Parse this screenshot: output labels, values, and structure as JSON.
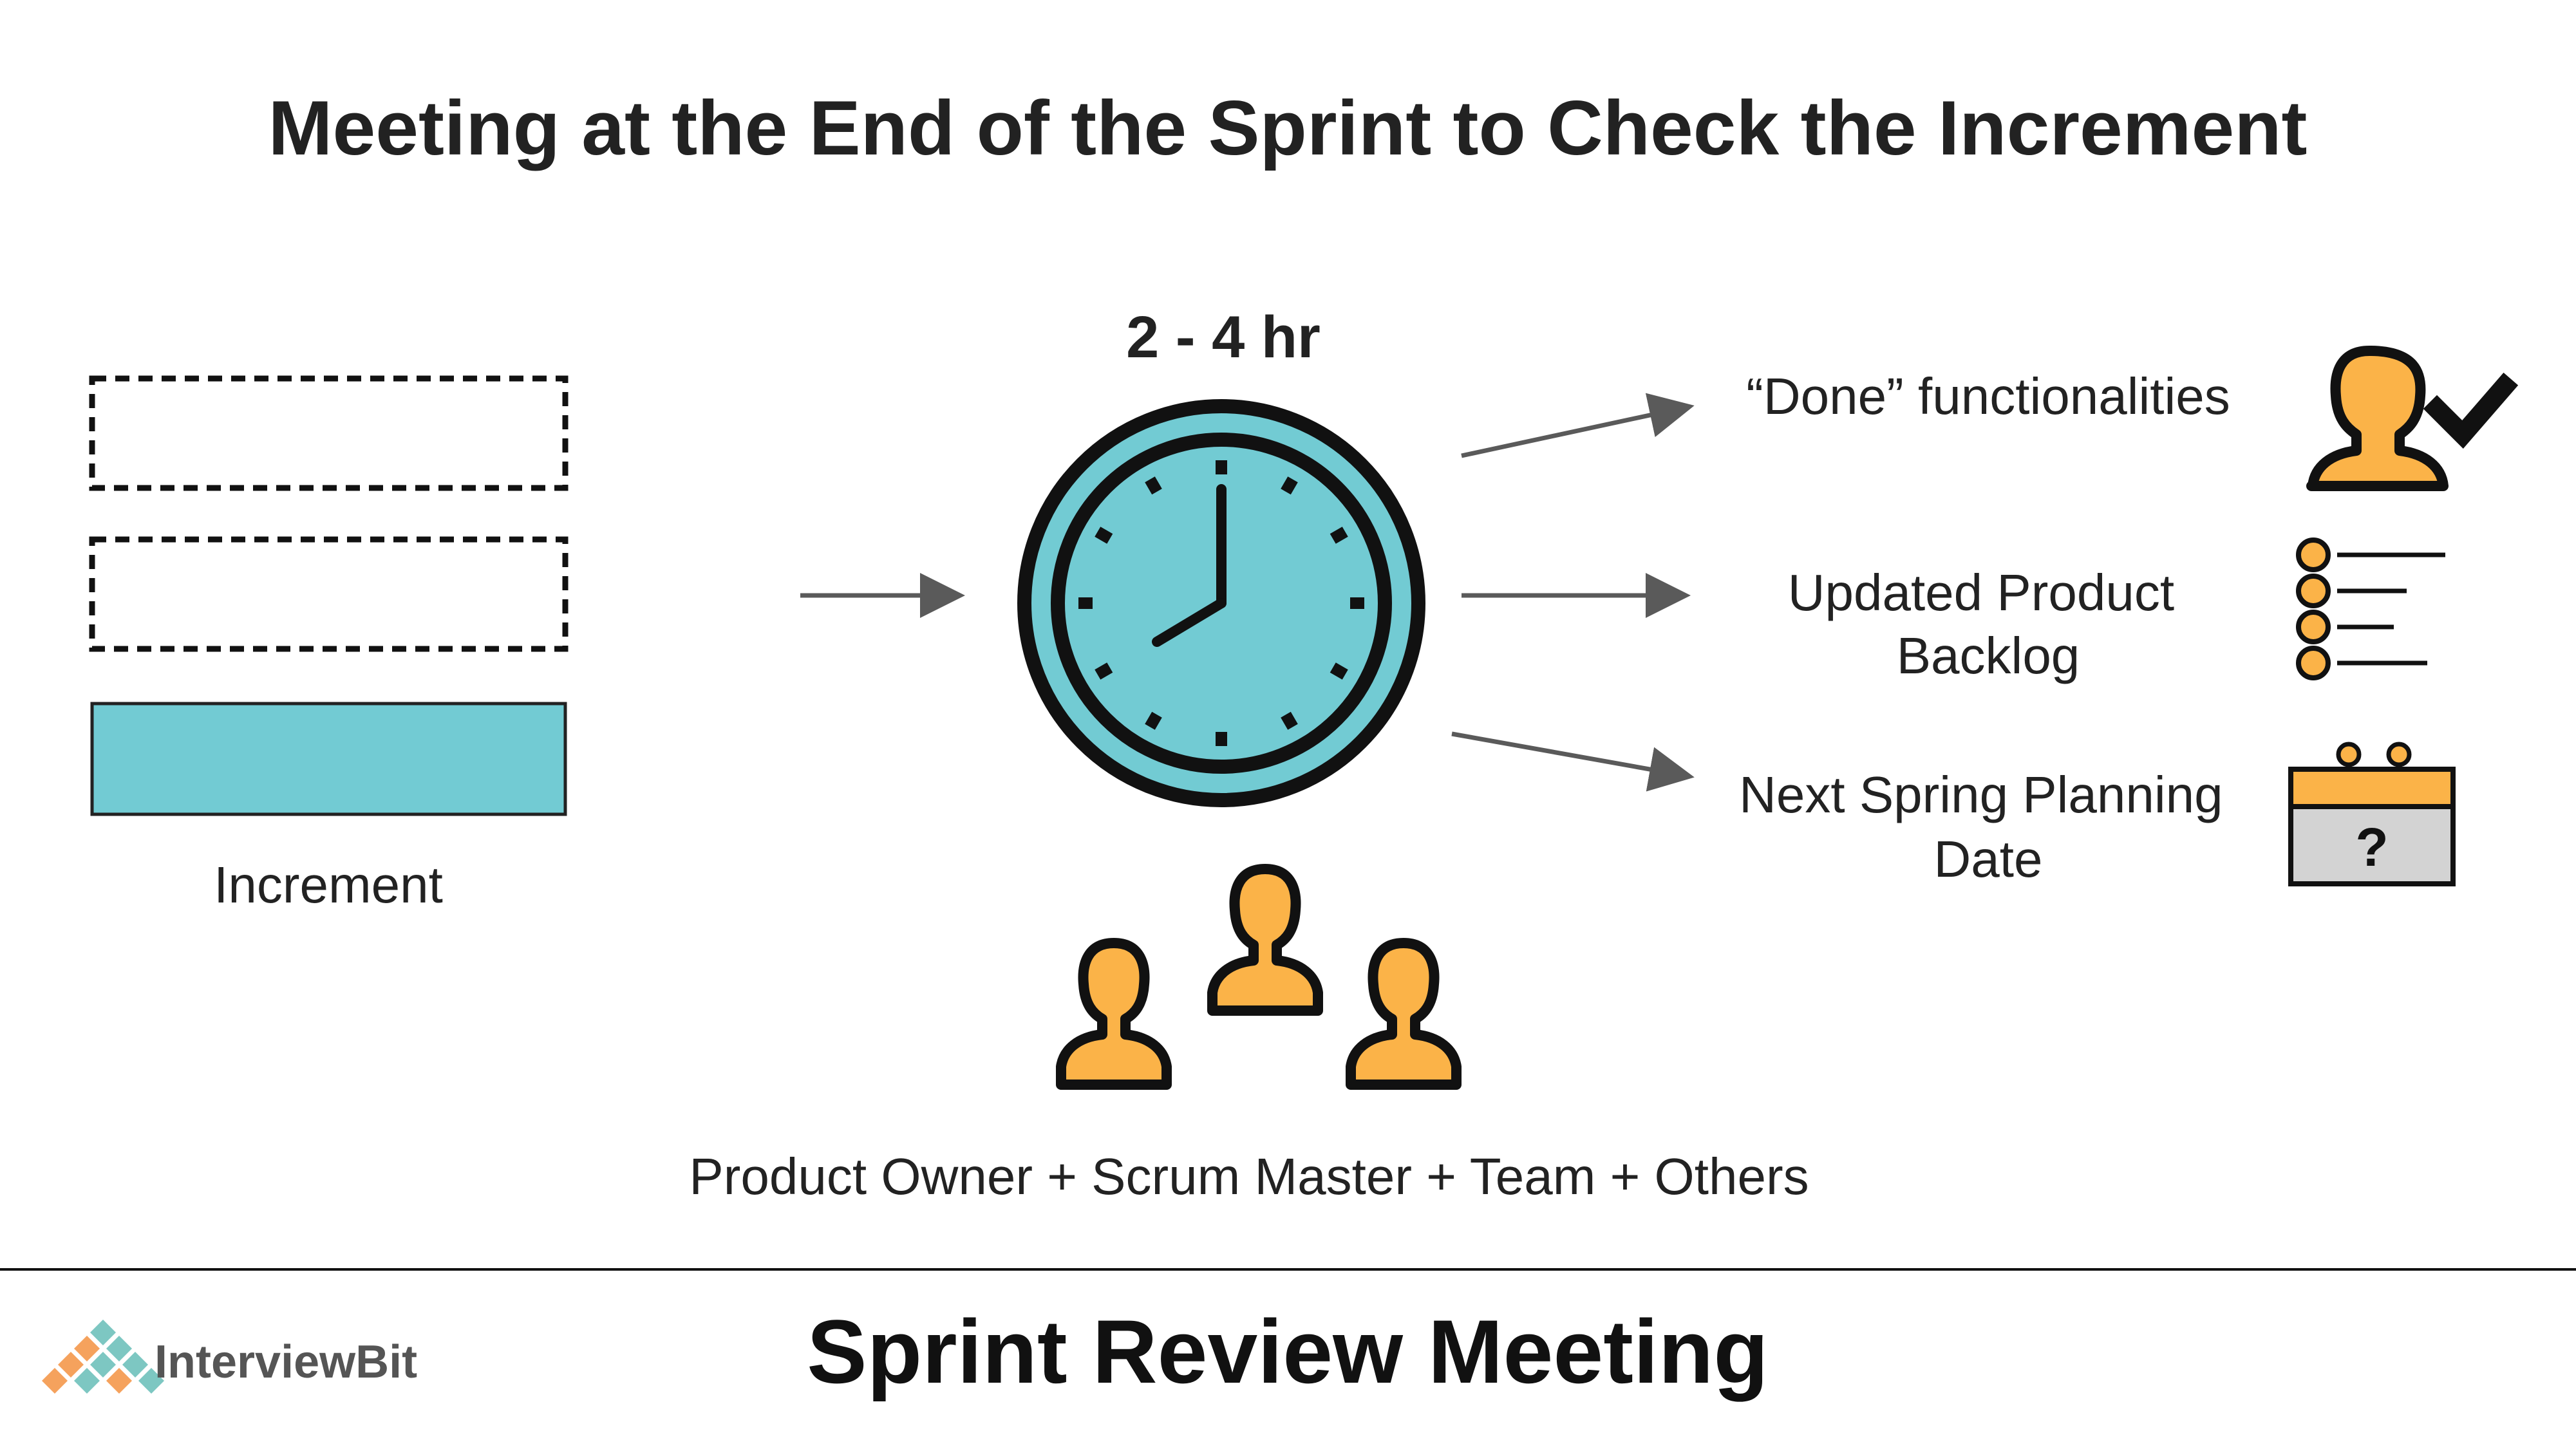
{
  "title": "Meeting at the End of the Sprint to Check the Increment",
  "duration": "2 - 4 hr",
  "increment": {
    "label": "Increment"
  },
  "outputs": [
    {
      "line1": "“Done” functionalities",
      "line2": "",
      "icon": "person-check-icon"
    },
    {
      "line1": "Updated Product",
      "line2": "Backlog",
      "icon": "checklist-icon"
    },
    {
      "line1": "Next Spring Planning",
      "line2": "Date",
      "icon": "calendar-question-icon"
    }
  ],
  "participants": "Product Owner + Scrum Master + Team + Others",
  "calendar_mark": "?",
  "footer": {
    "title": "Sprint Review Meeting",
    "logo_text": "InterviewBit"
  },
  "colors": {
    "teal": "#72CBD3",
    "orange": "#FBB348",
    "dark": "#111111",
    "arrow": "#5a5a5a",
    "calendar_body": "#D3D3D3"
  }
}
